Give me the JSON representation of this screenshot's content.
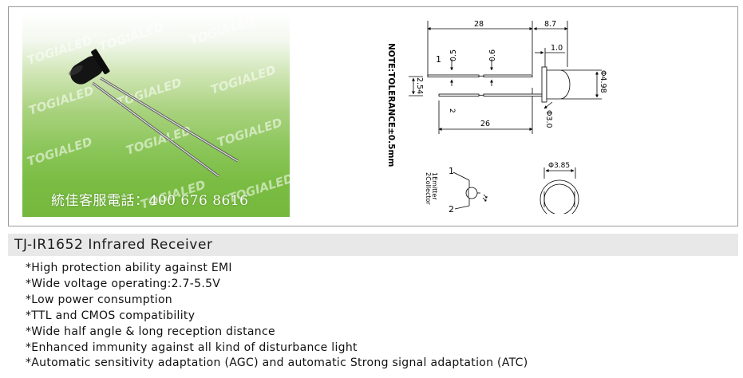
{
  "photo": {
    "watermark": "TOGIALED",
    "contact_text": "統佳客服電話：400 676 8616"
  },
  "drawing": {
    "note": "NOTE:TOLERANCE±0.5mm",
    "dim_length_total": "28",
    "dim_body_length": "8.7",
    "dim_flange": "1.0",
    "dim_lead_width_1": "0.5",
    "dim_lead_width_2": "0.6",
    "dim_pitch": "2.54",
    "dim_lead_length": "26",
    "dim_lens": "Φ3.0",
    "dim_body_diameter": "Φ4.98",
    "dim_end_diameter": "Φ3.85",
    "pin_1": "1",
    "pin_2": "2",
    "schematic_pin_1": "1",
    "schematic_pin_2": "2",
    "pin_legend_1": "1Emitter",
    "pin_legend_2": "2Collector"
  },
  "product": {
    "title": "TJ-IR1652 Infrared Receiver",
    "features": [
      "*High protection ability against EMI",
      "*Wide voltage operating:2.7-5.5V",
      "*Low power consumption",
      "*TTL and CMOS compatibility",
      "*Wide half angle & long reception distance",
      "*Enhanced immunity against all kind of disturbance light",
      "*Automatic sensitivity adaptation (AGC) and automatic Strong signal adaptation (ATC)"
    ]
  }
}
